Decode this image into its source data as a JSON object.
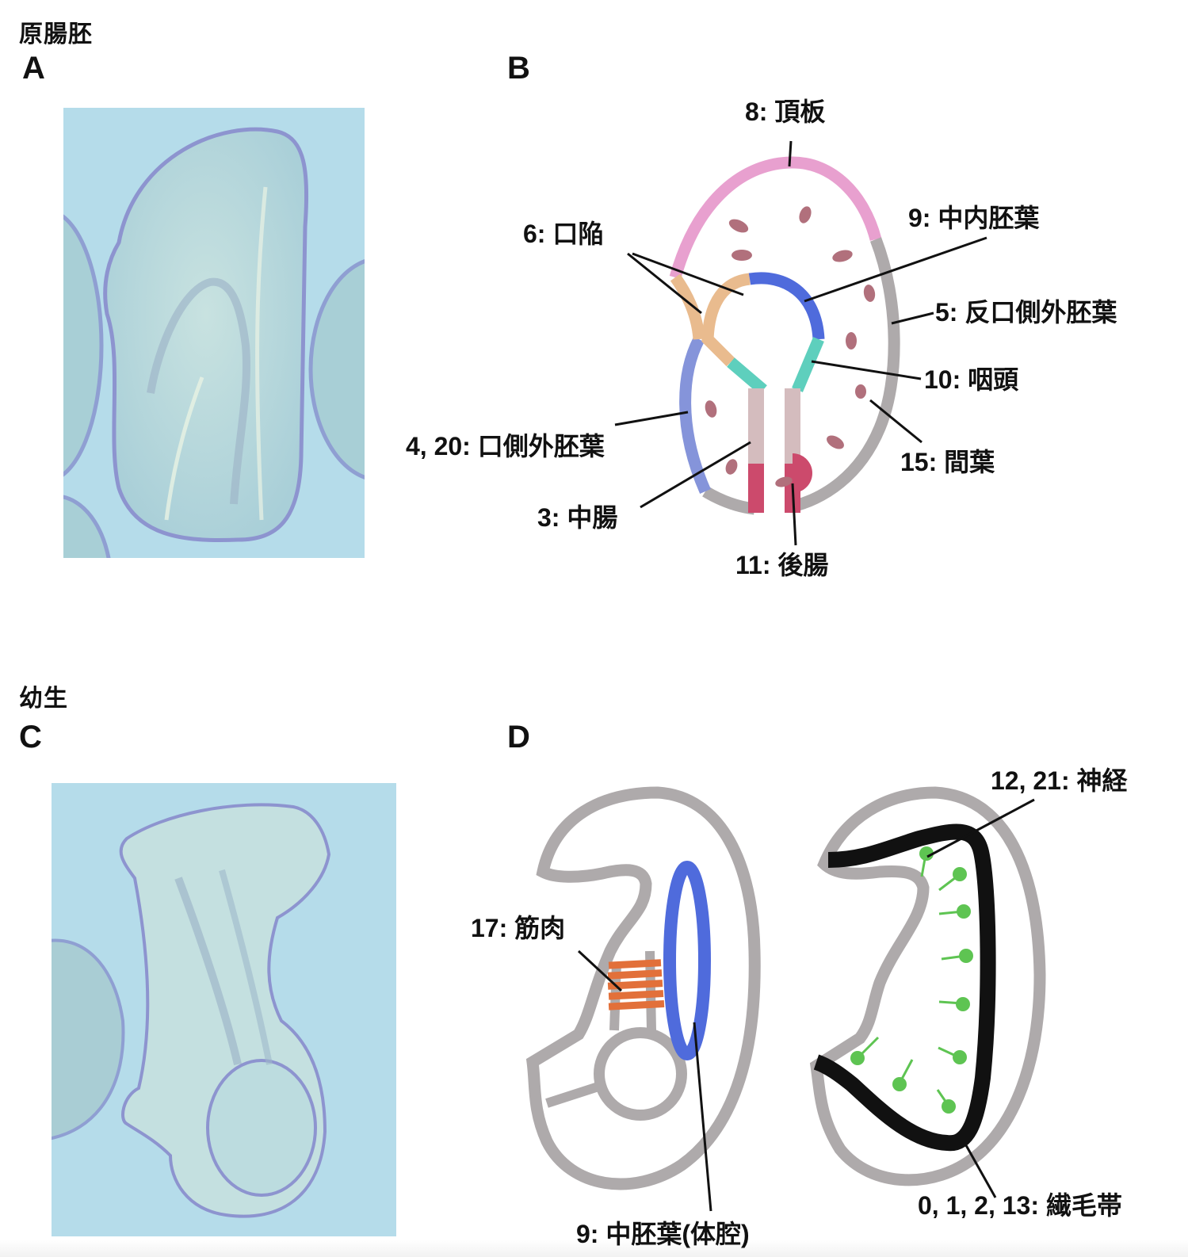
{
  "sections": {
    "gastrula": {
      "title": "原腸胚",
      "panel_photo": "A",
      "panel_diagram": "B"
    },
    "larva": {
      "title": "幼生",
      "panel_photo": "C",
      "panel_diagram": "D"
    }
  },
  "diagram_b": {
    "labels": {
      "apical_plate": "8: 頂板",
      "stomodeum": "6: 口陥",
      "mesendoderm": "9: 中内胚葉",
      "aboral_ectoderm": "5: 反口側外胚葉",
      "pharynx": "10: 咽頭",
      "mesenchyme": "15: 間葉",
      "oral_ectoderm": "4, 20: 口側外胚葉",
      "midgut": "3: 中腸",
      "hindgut": "11: 後腸"
    },
    "colors": {
      "apical_plate": "#e8a0cf",
      "aboral_ectoderm": "#aeaaab",
      "oral_ectoderm": "#8594da",
      "stomodeum": "#e9bb8e",
      "mesendoderm": "#4f6bdc",
      "pharynx": "#5ecfbd",
      "midgut": "#d4bcbe",
      "hindgut": "#cc4a6c",
      "mesenchyme": "#b1707c"
    }
  },
  "diagram_d": {
    "labels": {
      "muscle": "17: 筋肉",
      "coelom": "9: 中胚葉(体腔)",
      "neurons": "12, 21: 神経",
      "ciliary_band": "0, 1, 2, 13: 繊毛帯"
    },
    "colors": {
      "outline": "#aeaaab",
      "muscle": "#e2703a",
      "coelom": "#4f6bdc",
      "ciliary_band": "#111111",
      "neurons": "#5ec452"
    }
  },
  "photos": {
    "background": "#b5dcea"
  }
}
